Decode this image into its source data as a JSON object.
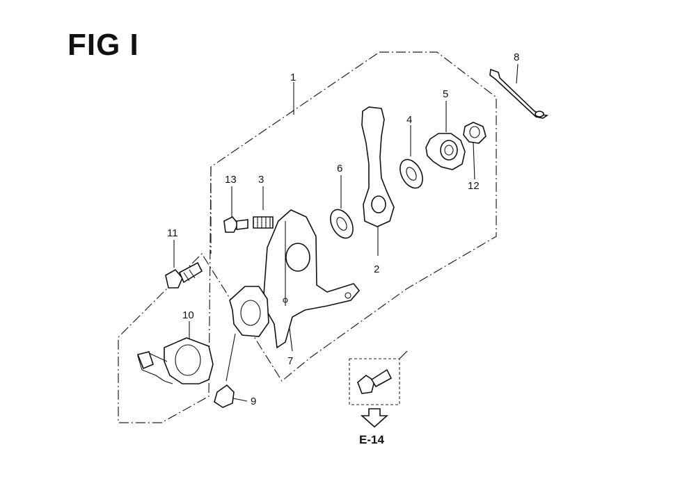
{
  "figure": {
    "title": "FIG I",
    "reference": "E-14",
    "callouts": [
      "1",
      "2",
      "3",
      "4",
      "5",
      "6",
      "7",
      "8",
      "9",
      "10",
      "11",
      "12",
      "13"
    ]
  }
}
